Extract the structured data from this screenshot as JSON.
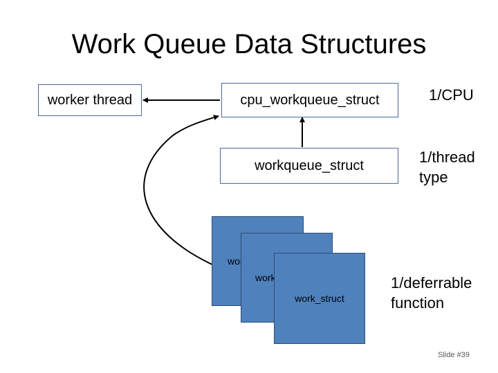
{
  "title": "Work Queue Data Structures",
  "boxes": {
    "worker_thread": "worker thread",
    "cpu_workqueue_struct": "cpu_workqueue_struct",
    "workqueue_struct": "workqueue_struct",
    "work_struct_1": "work_struct",
    "work_struct_2": "work_struct",
    "work_struct_3": "work_struct"
  },
  "annotations": {
    "per_cpu": "1/CPU",
    "per_thread_type": "1/thread type",
    "per_function": "1/deferrable function"
  },
  "colors": {
    "box_fill": "#ffffff",
    "work_struct_fill": "#4f81bd",
    "border": "#4a6896"
  },
  "slide_number": "Slide #39"
}
